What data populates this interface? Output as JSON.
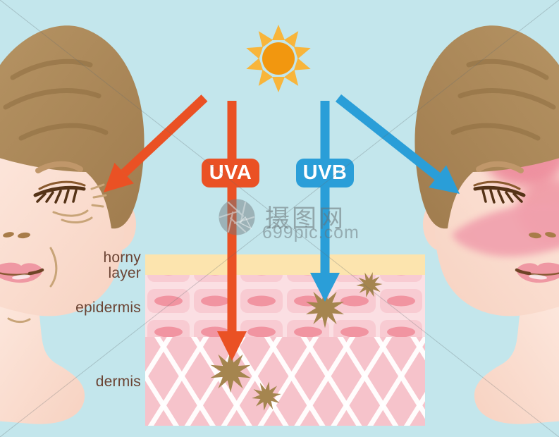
{
  "badges": {
    "uva": "UVA",
    "uvb": "UVB"
  },
  "skin_labels": {
    "horny_line1": "horny",
    "horny_line2": "layer",
    "epidermis": "epidermis",
    "dermis": "dermis"
  },
  "watermark": {
    "site_name": "摄图网",
    "site_url": "699pic.com"
  },
  "icons": {
    "sun": "sun-icon",
    "watermark_logo": "aperture-icon",
    "uv_damage": "starburst-icon",
    "uva_arrow": "orange-arrow-icon",
    "uvb_arrow": "blue-arrow-icon"
  },
  "colors": {
    "background": "#c3e6ec",
    "uva_accent": "#ea5124",
    "uvb_accent": "#2a9ed8",
    "sun_body": "#f2970f",
    "sun_rays": "#f8b53b",
    "horny_layer": "#fce4ae",
    "epidermis_bg": "#fbdfe3",
    "epidermis_cell": "#f8cbd2",
    "cell_nucleus": "#f194a1",
    "dermis": "#f6c3cb",
    "melanin_spot": "#a5854f",
    "label_text": "#6b4434",
    "skin_tone": "#fce4da",
    "hair": "#b09060",
    "sunburn": "#eb7e93",
    "watermark_gray": "#6f787c"
  }
}
